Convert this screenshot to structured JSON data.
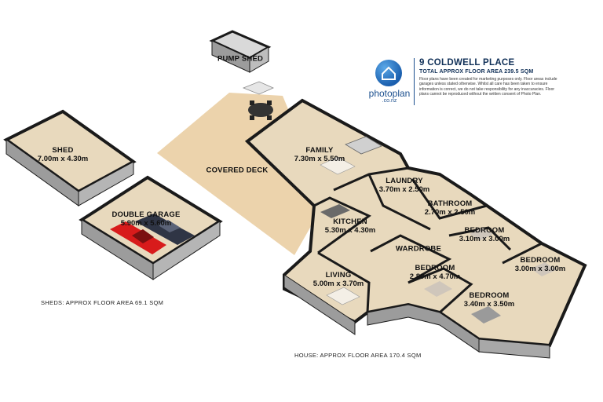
{
  "header": {
    "title": "9 COLDWELL PLACE",
    "subtitle": "TOTAL APPROX FLOOR AREA 239.5 SQM",
    "disclaimer": "Floor plans have been created for marketing purposes only. Floor areas include garages unless stated otherwise. Whilst all care has been taken to ensure information is correct, we do not take responsibility for any inaccuracies. Floor plans cannot be reproduced without the written consent of Photo Plan.",
    "brand": "photoplan",
    "brand_suffix": ".co.nz"
  },
  "rooms": {
    "pump_shed": {
      "name": "PUMP SHED"
    },
    "shed": {
      "name": "SHED",
      "dims": "7.00m x 4.30m"
    },
    "double_garage": {
      "name": "DOUBLE GARAGE",
      "dims": "5.90m x 5.60m"
    },
    "covered_deck": {
      "name": "COVERED DECK"
    },
    "family": {
      "name": "FAMILY",
      "dims": "7.30m x 5.50m"
    },
    "laundry": {
      "name": "LAUNDRY",
      "dims": "3.70m x 2.50m"
    },
    "bathroom": {
      "name": "BATHROOM",
      "dims": "2.70m x 2.50m"
    },
    "kitchen": {
      "name": "KITCHEN",
      "dims": "5.30m x 4.30m"
    },
    "bedroom_1": {
      "name": "BEDROOM",
      "dims": "3.10m x 3.00m"
    },
    "wardrobe": {
      "name": "WARDROBE"
    },
    "bedroom_2": {
      "name": "BEDROOM",
      "dims": "3.00m x 3.00m"
    },
    "living": {
      "name": "LIVING",
      "dims": "5.00m x 3.70m"
    },
    "bedroom_3": {
      "name": "BEDROOM",
      "dims": "2.80m x 4.70m"
    },
    "bedroom_4": {
      "name": "BEDROOM",
      "dims": "3.40m x 3.50m"
    }
  },
  "area_notes": {
    "sheds": "SHEDS: APPROX FLOOR AREA 69.1 SQM",
    "house": "HOUSE: APPROX FLOOR AREA 170.4 SQM"
  },
  "colors": {
    "wall": "#1a1a1a",
    "wall_face": "#9c9c9c",
    "floor": "#e8d9bd",
    "deck": "#ecd3ac",
    "car_red": "#d81b1b",
    "car_dark": "#2f3545",
    "logo_blue": "#1b5fae"
  }
}
